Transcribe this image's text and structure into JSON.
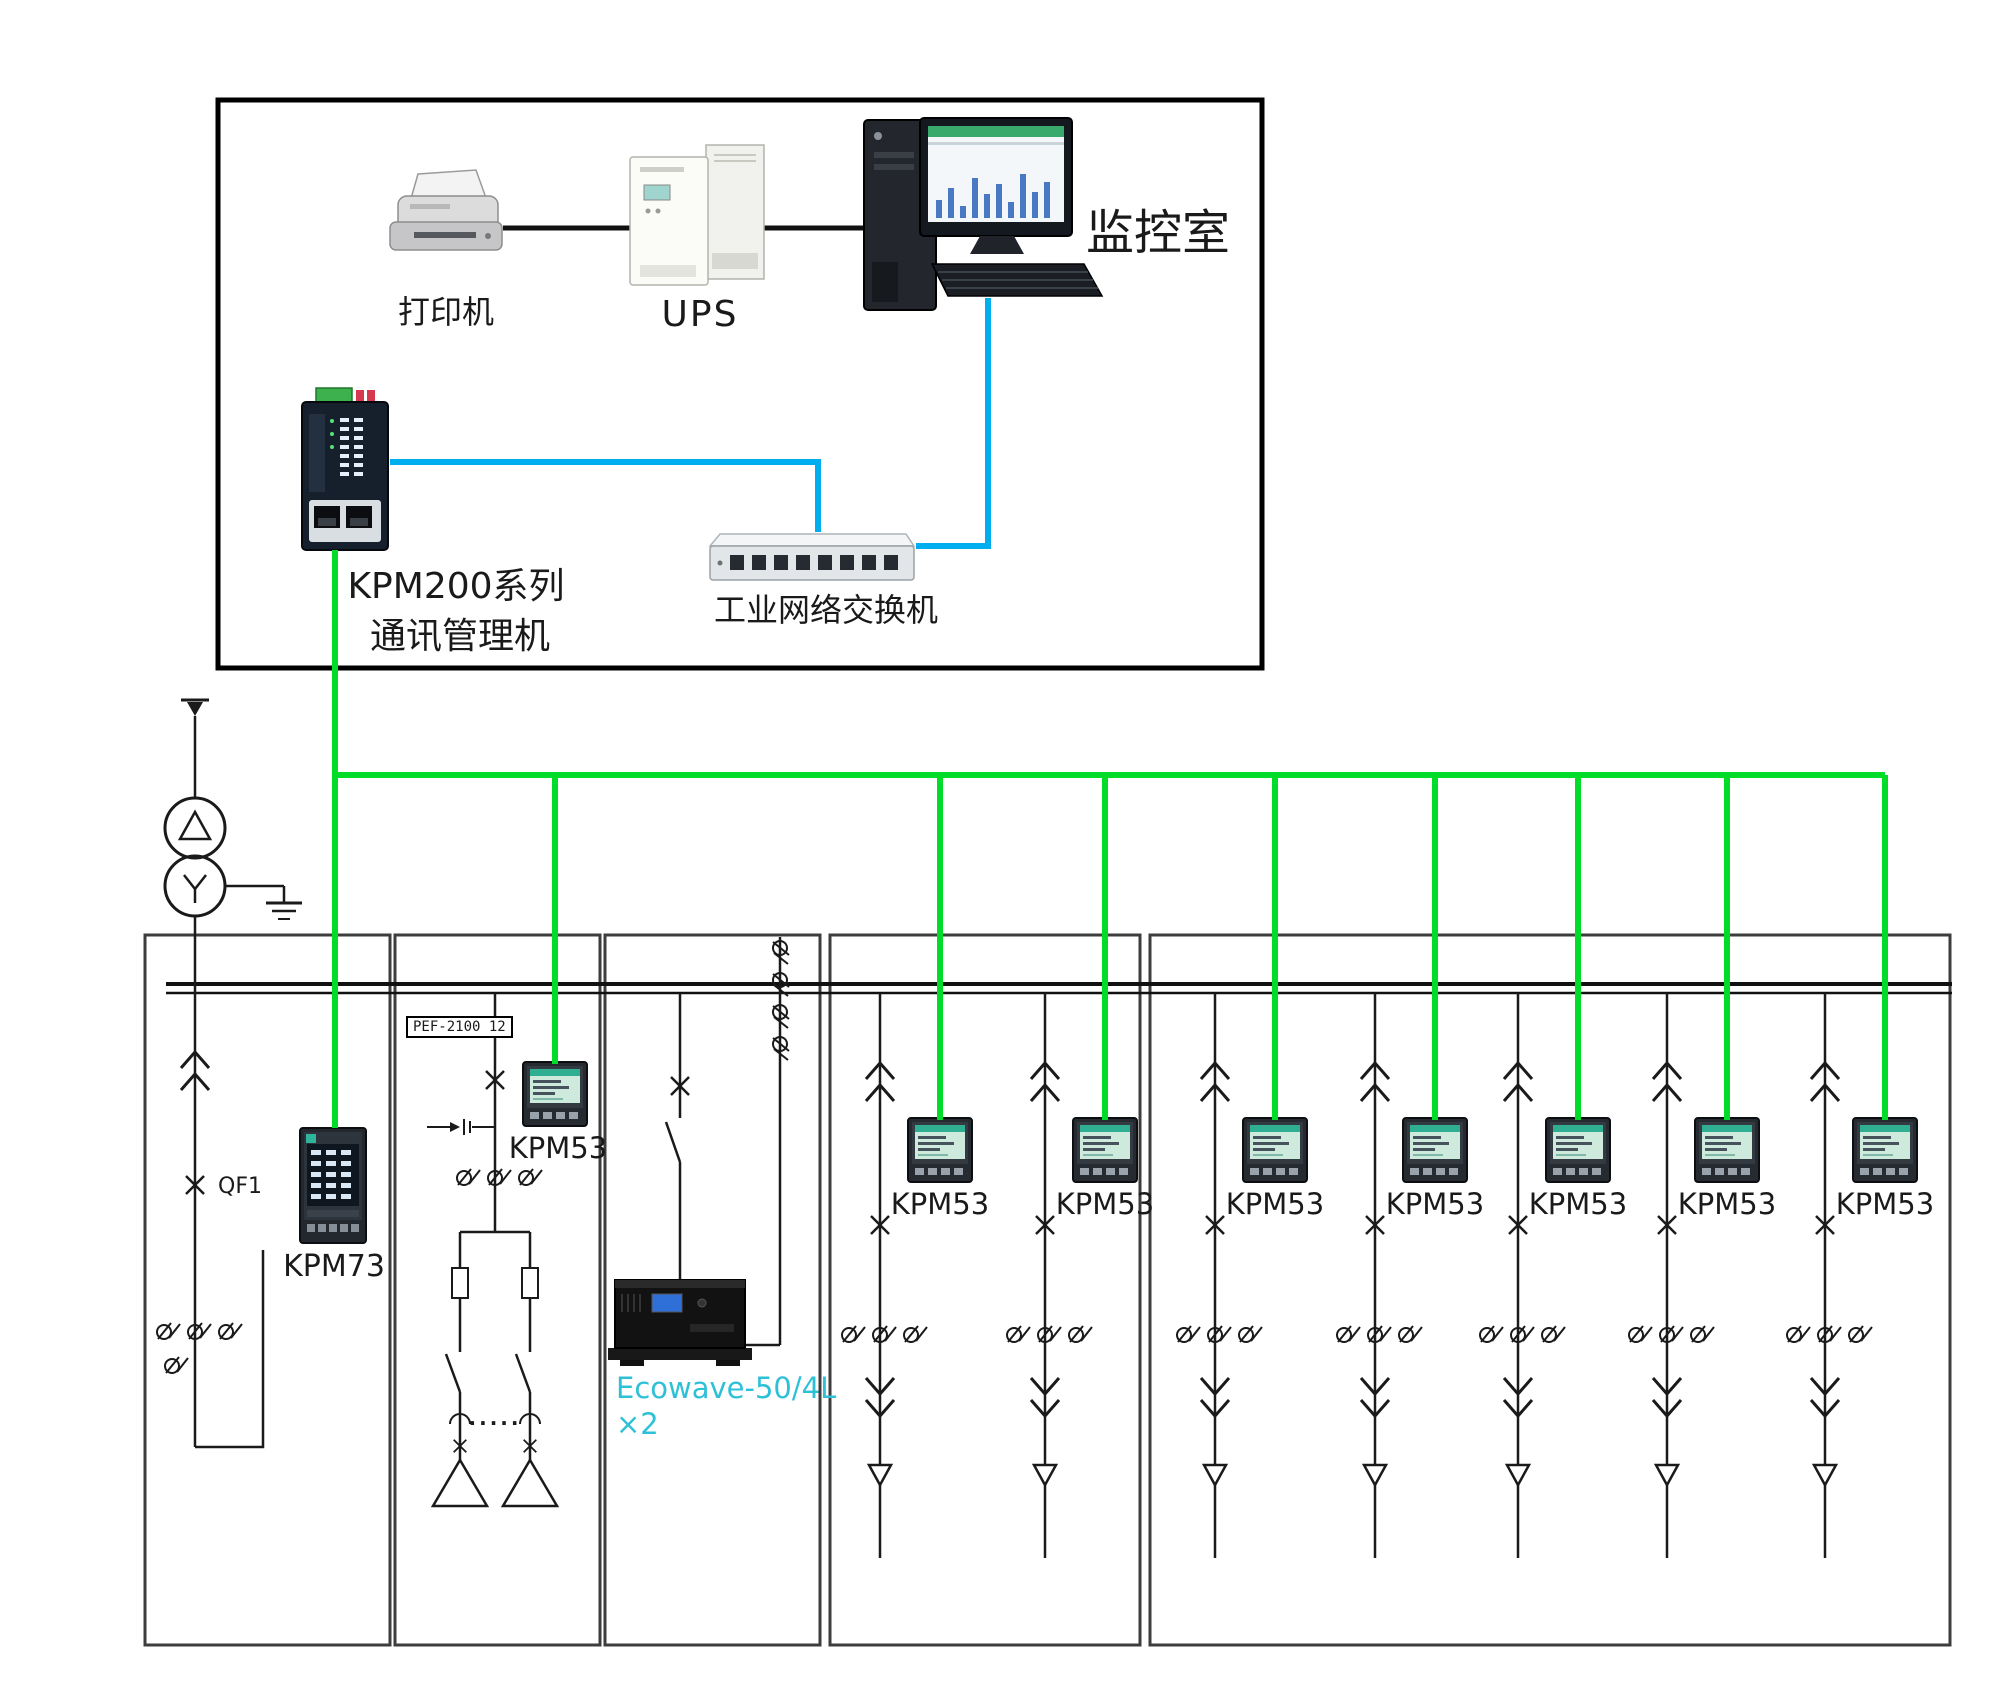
{
  "monitor_room_box": {
    "printer_label": "打印机",
    "ups_label": "UPS",
    "room_label": "监控室",
    "gateway_label": [
      "KPM200系列",
      "通讯管理机"
    ],
    "switch_label": "工业网络交换机"
  },
  "switchgear": {
    "incoming_panel": {
      "breaker_label": "QF1",
      "meter_label": "KPM73"
    },
    "capacitor_panel": {
      "relay_label": "PEF-2100 12",
      "meter_label": "KPM53",
      "branch_dots": "·····"
    },
    "filter_panel": {
      "device_label": "Ecowave-50/4L",
      "device_qty": "×2"
    },
    "feeder_meter_labels": [
      "KPM53",
      "KPM53",
      "KPM53",
      "KPM53",
      "KPM53",
      "KPM53",
      "KPM53"
    ]
  },
  "colors": {
    "comm_line_green": "#00DC28",
    "ethernet_line_blue": "#00AEEF",
    "filter_label_cyan": "#2EC0D6"
  }
}
